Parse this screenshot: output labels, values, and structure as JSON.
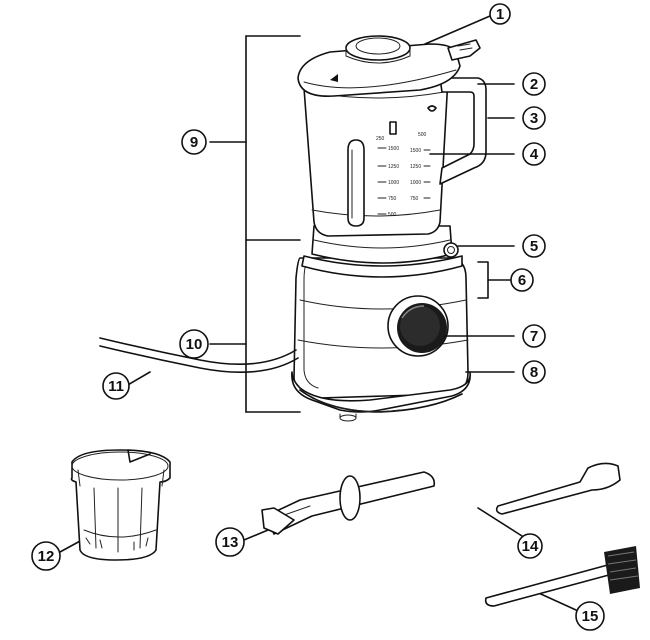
{
  "callouts": [
    {
      "label": "1"
    },
    {
      "label": "2"
    },
    {
      "label": "3"
    },
    {
      "label": "4"
    },
    {
      "label": "5"
    },
    {
      "label": "6"
    },
    {
      "label": "7"
    },
    {
      "label": "8"
    },
    {
      "label": "9"
    },
    {
      "label": "10"
    },
    {
      "label": "11"
    },
    {
      "label": "12"
    },
    {
      "label": "13"
    },
    {
      "label": "14"
    },
    {
      "label": "15"
    }
  ],
  "jar_markings": {
    "left_scale": [
      "1500",
      "1250",
      "1000",
      "750",
      "500",
      "250"
    ],
    "right_scale": [
      "1500",
      "1250",
      "1000",
      "750",
      "500"
    ]
  }
}
